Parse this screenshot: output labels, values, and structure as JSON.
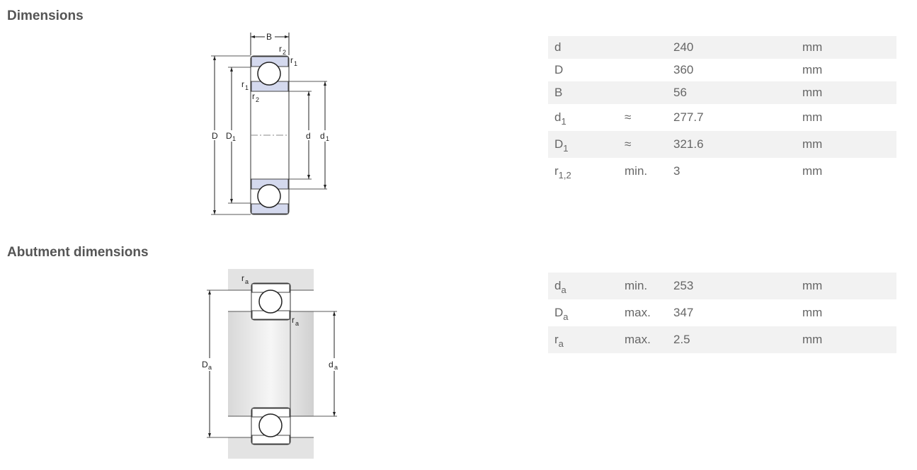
{
  "dimensions": {
    "title": "Dimensions",
    "rows": [
      {
        "sym": "d",
        "sub": "",
        "qual": "",
        "value": "240",
        "unit": "mm"
      },
      {
        "sym": "D",
        "sub": "",
        "qual": "",
        "value": "360",
        "unit": "mm"
      },
      {
        "sym": "B",
        "sub": "",
        "qual": "",
        "value": "56",
        "unit": "mm"
      },
      {
        "sym": "d",
        "sub": "1",
        "qual": "≈",
        "value": "277.7",
        "unit": "mm"
      },
      {
        "sym": "D",
        "sub": "1",
        "qual": "≈",
        "value": "321.6",
        "unit": "mm"
      },
      {
        "sym": "r",
        "sub": "1,2",
        "qual": "min.",
        "value": "3",
        "unit": "mm"
      }
    ],
    "drawing_labels": {
      "B": "B",
      "r": "r",
      "sub1": "1",
      "sub2": "2",
      "D": "D",
      "D1": "D",
      "d": "d",
      "d1": "d"
    }
  },
  "abutment": {
    "title": "Abutment dimensions",
    "rows": [
      {
        "sym": "d",
        "sub": "a",
        "qual": "min.",
        "value": "253",
        "unit": "mm"
      },
      {
        "sym": "D",
        "sub": "a",
        "qual": "max.",
        "value": "347",
        "unit": "mm"
      },
      {
        "sym": "r",
        "sub": "a",
        "qual": "max.",
        "value": "2.5",
        "unit": "mm"
      }
    ],
    "drawing_labels": {
      "r": "r",
      "D": "D",
      "d": "d",
      "sub_a": "a"
    }
  },
  "colors": {
    "ring_fill": "#d4d9ee",
    "shade_row": "#f2f2f2",
    "text": "#666666",
    "title": "#555555"
  }
}
